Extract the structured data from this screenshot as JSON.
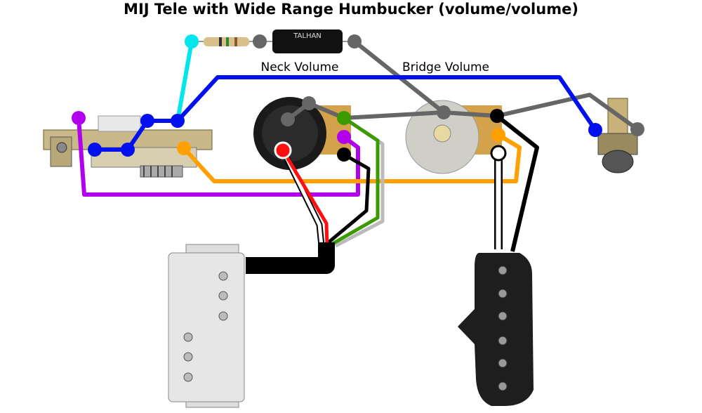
{
  "title": "MIJ Tele with Wide Range Humbucker (volume/volume)",
  "labels": {
    "neck_volume": "Neck Volume",
    "bridge_volume": "Bridge Volume"
  },
  "capacitor_print": "TALHAN",
  "colors": {
    "cyan": "#00e5ee",
    "blue": "#0010ee",
    "purple": "#b000ee",
    "orange": "#ffa000",
    "grey": "#666666",
    "black": "#000000",
    "red": "#ff1010",
    "green": "#3a9a00",
    "white": "#ffffff"
  }
}
